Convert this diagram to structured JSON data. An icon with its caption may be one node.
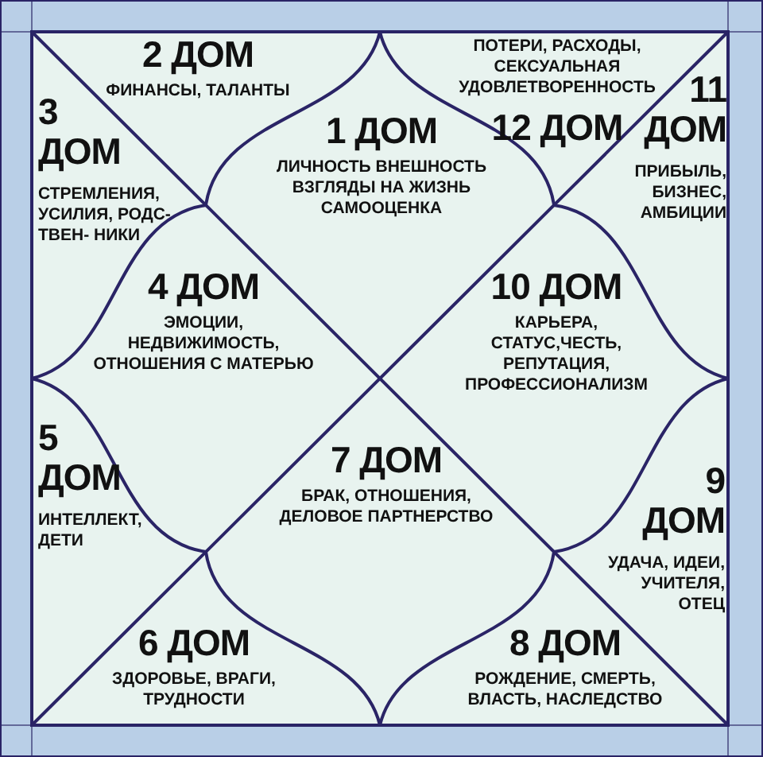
{
  "diagram": {
    "nodes": [
      {
        "text": [
          "2 ДОМ",
          "ФИНАНСЫ, ТАЛАНТЫ"
        ]
      },
      {
        "text": [
          "ПОТЕРИ, РАСХОДЫ, СЕКСУАЛЬНАЯ УДОВЛЕТВОРЕННОСТЬ",
          "12 ДОМ"
        ]
      },
      {
        "text": [
          "3 ДОМ",
          "СТРЕМЛЕНИЯ, УСИЛИЯ, РОДС- ТВЕН- НИКИ"
        ]
      },
      {
        "text": [
          "1 ДОМ",
          "ЛИЧНОСТЬ ВНЕШНОСТЬ ВЗГЛЯДЫ НА ЖИЗНЬ САМООЦЕНКА"
        ]
      },
      {
        "text": [
          "11 ДОМ",
          "ПРИБЫЛЬ, БИЗНЕС, АМБИЦИИ"
        ]
      },
      {
        "text": [
          "4 ДОМ",
          "ЭМОЦИИ, НЕДВИЖИМОСТЬ, ОТНОШЕНИЯ С МАТЕРЬЮ"
        ]
      },
      {
        "text": [
          "10 ДОМ",
          "КАРЬЕРА, СТАТУС,ЧЕСТЬ, РЕПУТАЦИЯ, ПРОФЕССИОНАЛИЗМ"
        ]
      },
      {
        "text": [
          "5 ДОМ",
          "ИНТЕЛЛЕКТ, ДЕТИ"
        ]
      },
      {
        "text": [
          "7 ДОМ",
          "БРАК, ОТНОШЕНИЯ, ДЕЛОВОЕ ПАРТНЕРСТВО"
        ]
      },
      {
        "text": [
          "9 ДОМ",
          "УДАЧА, ИДЕИ, УЧИТЕЛЯ, ОТЕЦ"
        ]
      },
      {
        "text": [
          "6 ДОМ",
          "ЗДОРОВЬЕ, ВРАГИ, ТРУДНОСТИ"
        ]
      },
      {
        "text": [
          "8 ДОМ",
          "РОЖДЕНИЕ, СМЕРТЬ, ВЛАСТЬ, НАСЛЕДСТВО"
        ]
      }
    ]
  }
}
